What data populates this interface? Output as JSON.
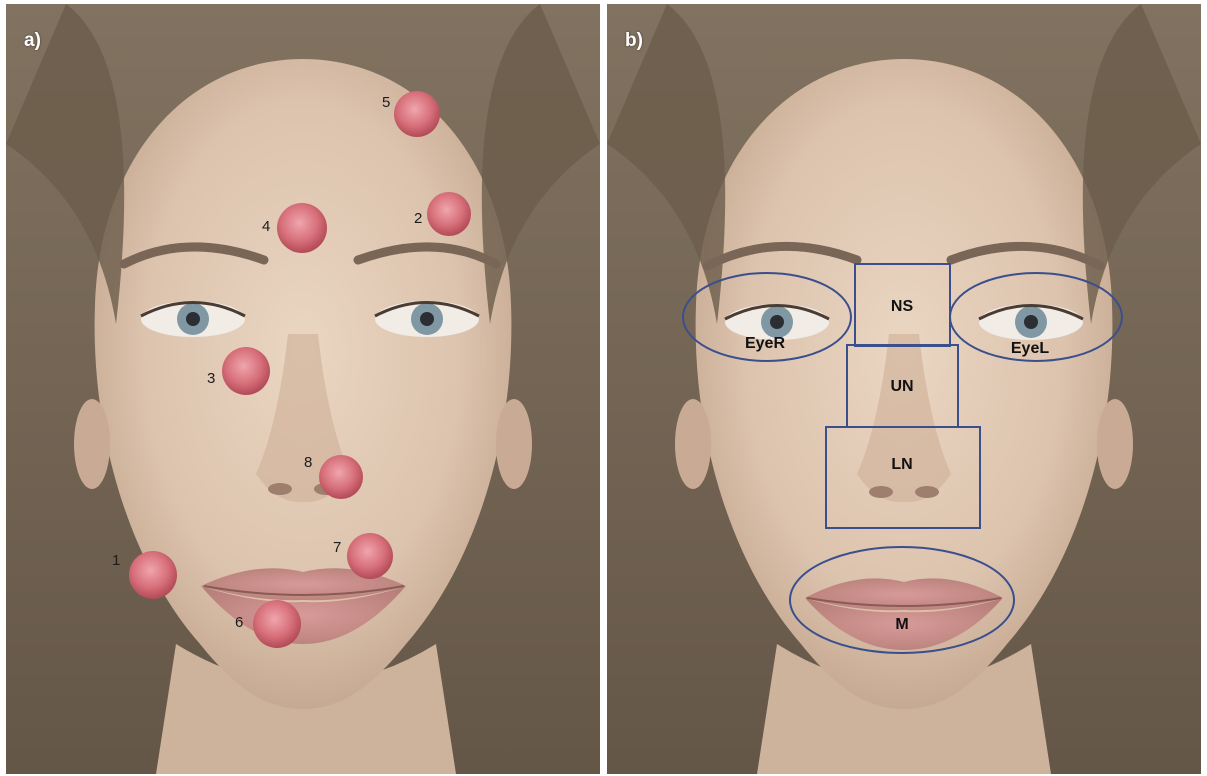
{
  "panels": [
    {
      "label": "a)",
      "lesions": [
        "1",
        "2",
        "3",
        "4",
        "5",
        "6",
        "7",
        "8"
      ]
    },
    {
      "label": "b)",
      "regions": [
        "NS",
        "EyeR",
        "EyeL",
        "UN",
        "LN",
        "M"
      ]
    }
  ],
  "colors": {
    "hair": "#6b5c4b",
    "skin": "#dcc3ad",
    "lesion": "#d7707a",
    "region_outline": "#3a4f8c"
  }
}
